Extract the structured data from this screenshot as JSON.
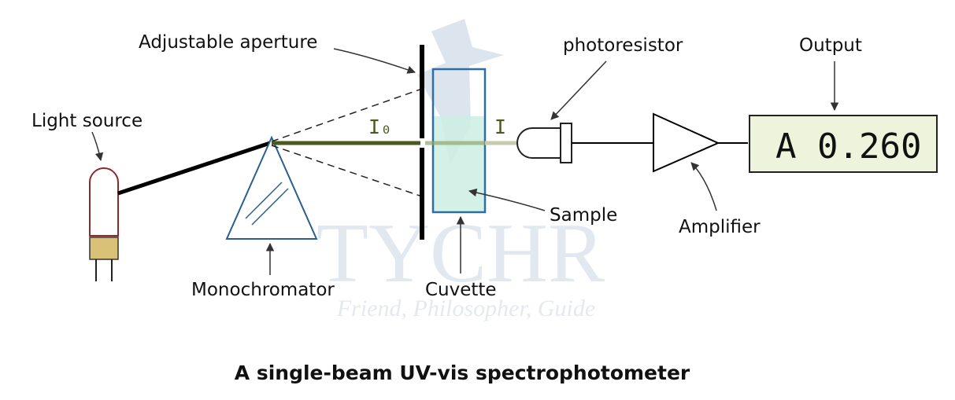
{
  "labels": {
    "light_source": "Light source",
    "aperture": "Adjustable aperture",
    "monochromator": "Monochromator",
    "cuvette": "Cuvette",
    "sample": "Sample",
    "photoresistor": "photoresistor",
    "amplifier": "Amplifier",
    "output": "Output"
  },
  "beam": {
    "incident": "I₀",
    "transmitted": "I"
  },
  "display": {
    "prefix": "A",
    "value": "0.260"
  },
  "watermark": {
    "brand": "TYCHR",
    "tagline": "Friend, Philosopher, Guide"
  },
  "caption": "A single-beam UV-vis spectrophotometer",
  "colors": {
    "beam": "#4a5a1e",
    "cuvette_stroke": "#2e6ea8",
    "sample_fill": "#cdeee3",
    "display_bg": "#eef4dc",
    "lamp_stroke": "#8a2c2c",
    "lamp_base": "#d9c278",
    "prism_stroke": "#2a5f8f",
    "watermark": "#c9d7e4"
  }
}
